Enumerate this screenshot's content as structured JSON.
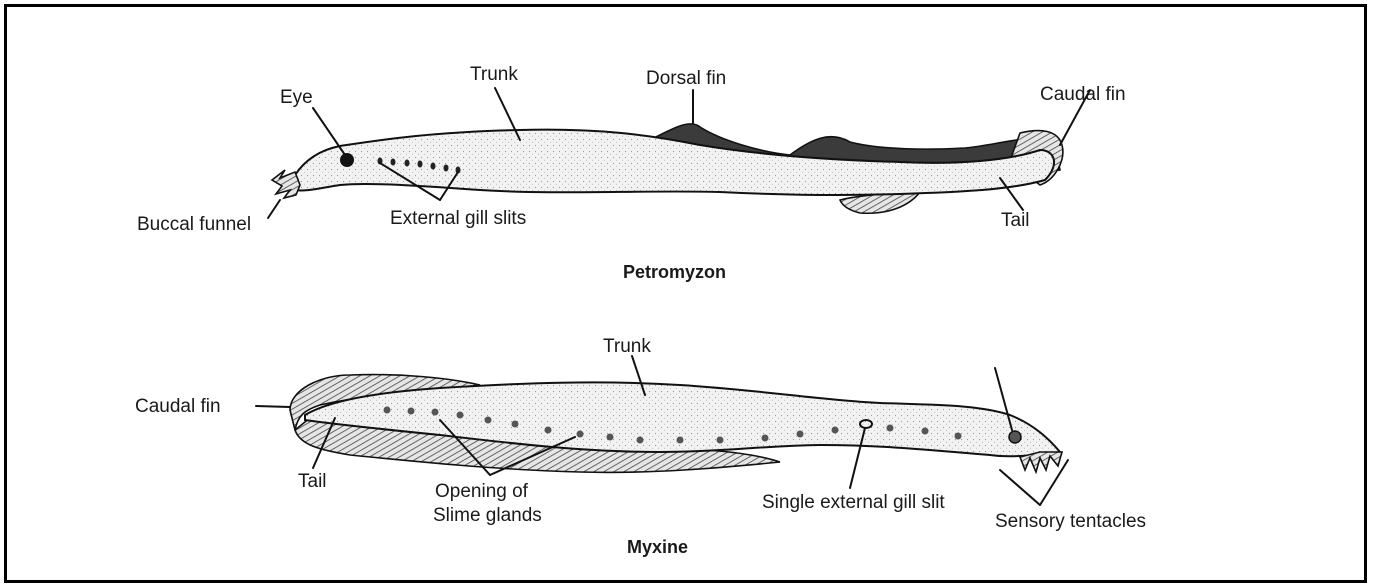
{
  "petromyzon": {
    "title": "Petromyzon",
    "labels": {
      "eye": "Eye",
      "trunk": "Trunk",
      "dorsal_fin": "Dorsal fin",
      "caudal_fin": "Caudal fin",
      "buccal_funnel": "Buccal  funnel",
      "external_gill_slits": "External gill slits",
      "tail": "Tail"
    }
  },
  "myxine": {
    "title": "Myxine",
    "labels": {
      "trunk": "Trunk",
      "caudal_fin": "Caudal fin",
      "tail": "Tail",
      "opening_line1": "Opening of",
      "opening_line2": "Slime glands",
      "single_gill_slit": "Single external gill slit",
      "sensory_tentacles": "Sensory  tentacles"
    }
  }
}
